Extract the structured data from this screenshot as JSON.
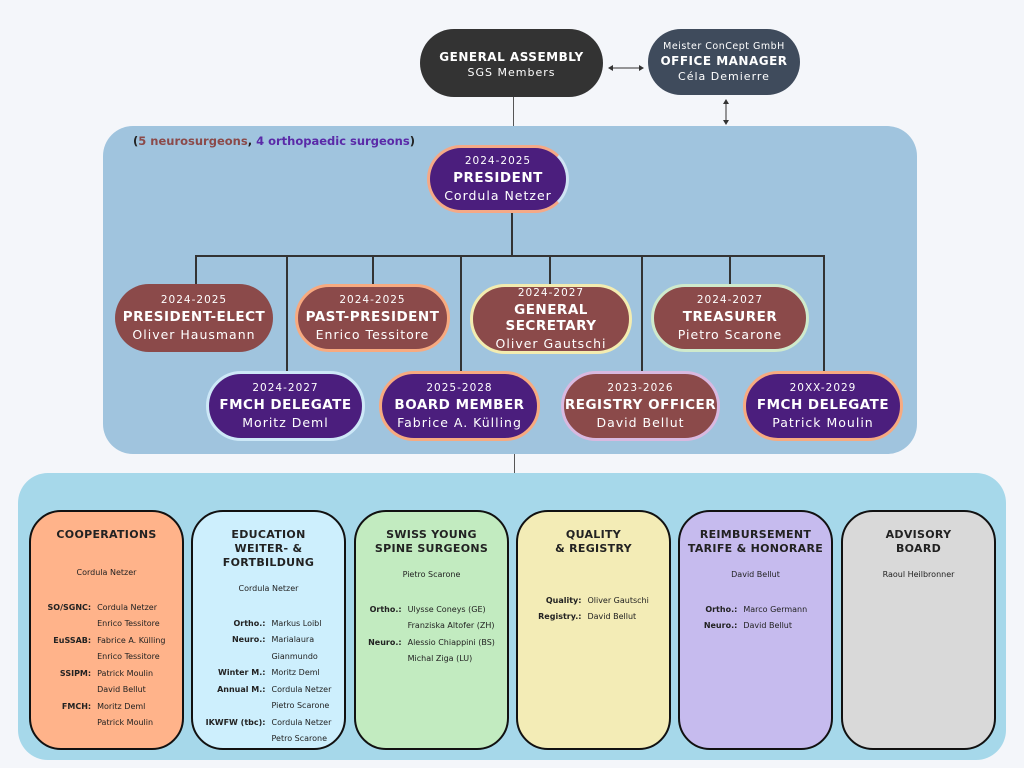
{
  "general_assembly": {
    "title": "GENERAL ASSEMBLY",
    "subtitle": "SGS Members"
  },
  "office_manager": {
    "company": "Meister ConCept GmbH",
    "title": "OFFICE MANAGER",
    "name": "Céla Demierre"
  },
  "board": {
    "note": {
      "open": "(",
      "neuro": "5 neurosurgeons",
      "sep": ", ",
      "ortho": "4 orthopaedic surgeons",
      "close": ")"
    },
    "president": {
      "years": "2024-2025",
      "title": "PRESIDENT",
      "name": "Cordula Netzer"
    },
    "members": [
      {
        "years": "2024-2025",
        "title": "PRESIDENT-ELECT",
        "name": "Oliver Hausmann"
      },
      {
        "years": "2024-2025",
        "title": "PAST-PRESIDENT",
        "name": "Enrico Tessitore"
      },
      {
        "years": "2024-2027",
        "title": "GENERAL SECRETARY",
        "name": "Oliver Gautschi"
      },
      {
        "years": "2024-2027",
        "title": "TREASURER",
        "name": "Pietro Scarone"
      },
      {
        "years": "2024-2027",
        "title": "FMCH DELEGATE",
        "name": "Moritz Deml"
      },
      {
        "years": "2025-2028",
        "title": "BOARD MEMBER",
        "name": "Fabrice A. Külling"
      },
      {
        "years": "2023-2026",
        "title": "REGISTRY OFFICER",
        "name": "David Bellut"
      },
      {
        "years": "20XX-2029",
        "title": "FMCH DELEGATE",
        "name": "Patrick Moulin"
      }
    ]
  },
  "colors": {
    "neuro": "#8b4a4a",
    "ortho": "#4b1e7d",
    "board_bg": "#a0c4de",
    "committees_bg": "#a6d8ea"
  },
  "committees": [
    {
      "title": [
        "COOPERATIONS"
      ],
      "lead": "Cordula Netzer",
      "color": "#ffb38a",
      "rows": [
        [
          "SO/SGNC:",
          "Cordula Netzer"
        ],
        [
          "",
          "Enrico Tessitore"
        ],
        [
          "EuSSAB:",
          "Fabrice A. Külling"
        ],
        [
          "",
          "Enrico Tessitore"
        ],
        [
          "SSIPM:",
          "Patrick Moulin"
        ],
        [
          "",
          "David Bellut"
        ],
        [
          "FMCH:",
          "Moritz Deml"
        ],
        [
          "",
          "Patrick Moulin"
        ]
      ]
    },
    {
      "title": [
        "EDUCATION",
        "WEITER- & FORTBILDUNG"
      ],
      "lead": "Cordula Netzer",
      "color": "#cdeffd",
      "rows": [
        [
          "Ortho.:",
          "Markus Loibl"
        ],
        [
          "Neuro.:",
          "Marialaura"
        ],
        [
          "",
          "Gianmundo"
        ],
        [
          "Winter M.:",
          "Moritz Deml"
        ],
        [
          "Annual M.:",
          "Cordula Netzer"
        ],
        [
          "",
          "Pietro Scarone"
        ],
        [
          "IKWFW (tbc):",
          "Cordula Netzer"
        ],
        [
          "",
          "Petro Scarone"
        ]
      ]
    },
    {
      "title": [
        "SWISS YOUNG",
        "SPINE SURGEONS"
      ],
      "lead": "Pietro Scarone",
      "color": "#c2ebc0",
      "rows": [
        [
          "Ortho.:",
          "Ulysse Coneys (GE)"
        ],
        [
          "",
          "Franziska Altofer (ZH)"
        ],
        [
          "Neuro.:",
          "Alessio Chiappini (BS)"
        ],
        [
          "",
          "Michal Ziga (LU)"
        ]
      ]
    },
    {
      "title": [
        "QUALITY",
        "& REGISTRY"
      ],
      "lead": "",
      "color": "#f3ecb6",
      "rows": [
        [
          "Quality:",
          "Oliver Gautschi"
        ],
        [
          "Registry.:",
          "David Bellut"
        ]
      ]
    },
    {
      "title": [
        "REIMBURSEMENT",
        "TARIFE & HONORARE"
      ],
      "lead": "David Bellut",
      "color": "#c6bbee",
      "rows": [
        [
          "Ortho.:",
          "Marco Germann"
        ],
        [
          "Neuro.:",
          "David Bellut"
        ]
      ]
    },
    {
      "title": [
        "ADVISORY",
        "BOARD"
      ],
      "lead": "Raoul Heilbronner",
      "color": "#d9d9d9",
      "rows": []
    }
  ]
}
